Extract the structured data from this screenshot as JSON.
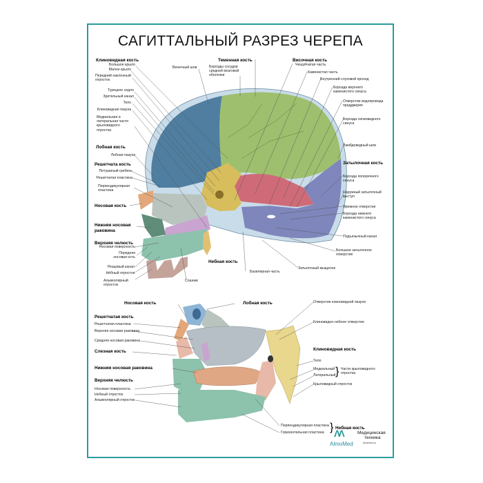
{
  "title": "САГИТТАЛЬНЫЙ РАЗРЕЗ ЧЕРЕПА",
  "colors": {
    "frame": "#2a9a9c",
    "parietal": "#9ebf6e",
    "frontal": "#4f7ea0",
    "temporal": "#cf6b78",
    "occipital": "#7f86bb",
    "sphenoid": "#d8bd5c",
    "ethmoid": "#b9c4be",
    "maxilla": "#8dc2ad",
    "vomer": "#c9a4d0",
    "nasal": "#e3a77a",
    "palatine": "#e8b9a8",
    "bone_edge": "#c9dcea"
  },
  "upper": {
    "left_groups": [
      {
        "heading": "Клиновидная кость",
        "items": [
          "Большое крыло",
          "Малое крыло",
          "Передний наклонный отросток",
          "Турецкое седло",
          "Зрительный канал",
          "Тело",
          "Клиновидная пазуха",
          "Медиальная и латеральная части крыловидного отростка"
        ]
      },
      {
        "heading": "Лобная кость",
        "items": [
          "Лобная пазуха"
        ]
      },
      {
        "heading": "Решетчата кость",
        "items": [
          "Петушиный гребень",
          "Решетчатая пластина",
          "Перпендикулярная пластина"
        ]
      },
      {
        "heading": "Носовая кость",
        "items": []
      },
      {
        "heading": "Нижняя носовая раковина",
        "items": []
      },
      {
        "heading": "Верхняя челюсть",
        "items": [
          "Носовая поверхность",
          "Передняя носовая ость",
          "Резцовый канал",
          "Нёбный отросток",
          "Альвеолярный отросток"
        ]
      }
    ],
    "top_labels": {
      "coronal_suture": "Венечный шов",
      "parietal_heading": "Теменная кость",
      "meningeal_grooves": "Борозды сосудов средней мозговой оболочки"
    },
    "right_groups": [
      {
        "heading": "Височная кость",
        "items": [
          "Чешуйчатая часть",
          "Каменистая часть",
          "Внутренний слуховой проход",
          "Борозда верхнего каменистого синуса",
          "Отверстие водопровода преддверия",
          "Борозда сигмовидного синуса",
          "Ламбдовидный шов"
        ]
      },
      {
        "heading": "Затылочная кость",
        "items": [
          "Борозда поперечного синуса",
          "Наружный затылочный выступ",
          "Яремное отверстие",
          "Борозда нижнего каменистого синуса",
          "Подъязычный канал",
          "Большое затылочное отверстие"
        ]
      }
    ],
    "bottom_labels": {
      "palatine_heading": "Небная кость",
      "vomer": "Сошник",
      "basilar": "Базилярная часть",
      "condyle": "Затылочный мыщелок"
    }
  },
  "lower": {
    "left_labels": {
      "nasal_heading": "Носовая кость",
      "ethmoid_heading": "Решетчатая кость",
      "ethmoid_items": [
        "Решетчатая пластина",
        "Верхняя носовая раковина",
        "Средняя носовая раковина"
      ],
      "lacrimal_heading": "Слезная кость",
      "inferior_concha_heading": "Нижняя носовая раковина",
      "maxilla_heading": "Верхняя челюсть",
      "maxilla_items": [
        "Носовая поверхность",
        "Небный отросток",
        "Альвеолярный отросток"
      ]
    },
    "right_labels": {
      "frontal_heading": "Лобная кость",
      "sphenoid_sinus_opening": "Отверстие клиновидной пазухи",
      "sphenopalatine_foramen": "Клиновидно-небное отверстие",
      "sphenoid_heading": "Клиновидная кость",
      "body": "Тело",
      "medial": "Медиальный",
      "lateral": "Латеральный",
      "pterygoid_parts": "Части крыловидного отростка",
      "pterygoid_process": "Крыловидный отросток",
      "perpendicular_plate": "Перпендикулярная пластина",
      "horizontal_plate": "Горизонтальная пластина",
      "palatine_heading": "Небная кость"
    }
  },
  "logo": {
    "mark": "ΛΛ",
    "name": "AlmoMed",
    "tagline_1": "Медицинская",
    "tagline_2": "техника",
    "site": "almamed.su"
  }
}
